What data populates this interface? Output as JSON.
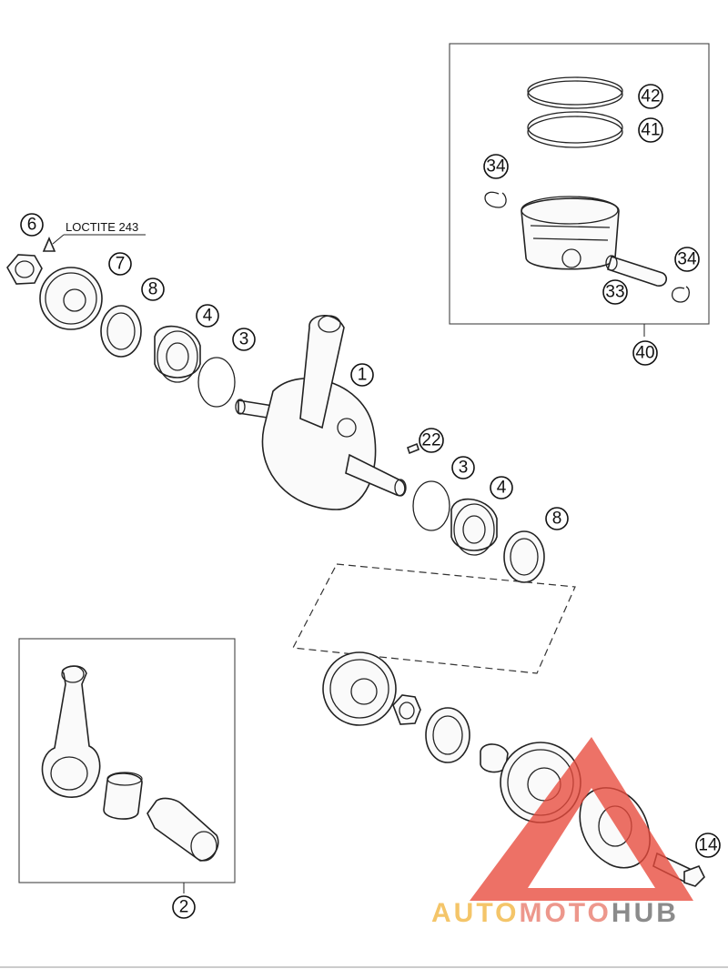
{
  "diagram": {
    "callouts": {
      "c1": "1",
      "c2": "2",
      "c3a": "3",
      "c3b": "3",
      "c4a": "4",
      "c4b": "4",
      "c6": "6",
      "c7": "7",
      "c8a": "8",
      "c8b": "8",
      "c14": "14",
      "c22": "22",
      "c33": "33",
      "c34a": "34",
      "c34b": "34",
      "c40": "40",
      "c41": "41",
      "c42": "42"
    },
    "loctite_label": "LOCTITE 243"
  },
  "watermark": {
    "part1": "AUTO",
    "part2": "MOTO",
    "part3": "HUB",
    "colors": {
      "auto": "#f2b640",
      "moto": "#e87b6d",
      "hub": "#6b6b6b",
      "triangle": "#e84a3c"
    }
  }
}
